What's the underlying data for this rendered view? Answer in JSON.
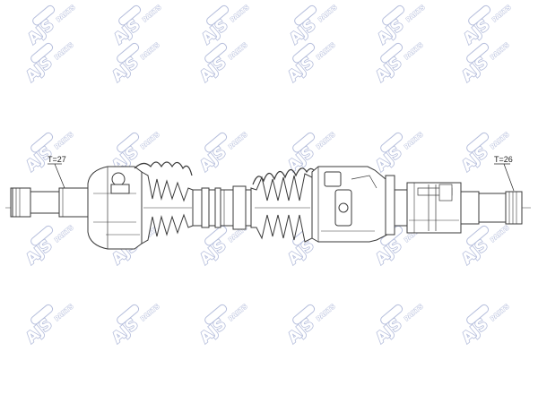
{
  "diagram": {
    "part": "drive-shaft",
    "line_color": "#3a3a3a",
    "fill_color": "#ffffff",
    "watermark": {
      "brand": "AJS",
      "sub": "PARTS",
      "color": "#a9b3d6"
    },
    "labels": {
      "left_teeth": "T=27",
      "right_teeth": "T=26"
    }
  }
}
